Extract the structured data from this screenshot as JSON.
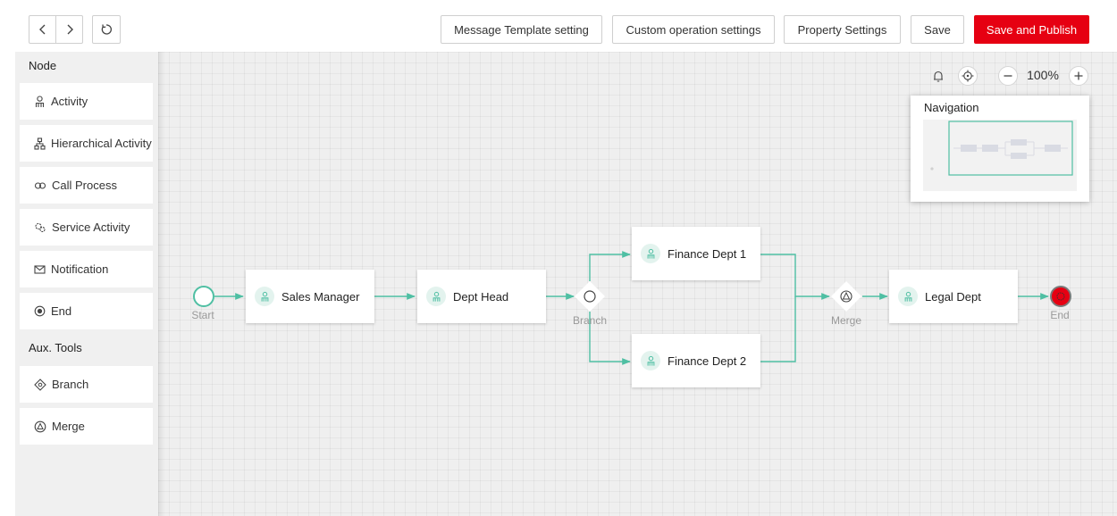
{
  "toolbar": {
    "back_icon": "chevron-left-icon",
    "forward_icon": "chevron-right-icon",
    "refresh_icon": "refresh-icon",
    "message_template_label": "Message Template setting",
    "custom_operation_label": "Custom operation settings",
    "property_settings_label": "Property Settings",
    "save_label": "Save",
    "save_publish_label": "Save and Publish",
    "primary_color": "#e60012"
  },
  "sidebar": {
    "node_title": "Node",
    "node_items": [
      {
        "label": "Activity",
        "icon": "person-icon"
      },
      {
        "label": "Hierarchical Activity",
        "icon": "hierarchy-icon"
      },
      {
        "label": "Call Process",
        "icon": "call-process-icon"
      },
      {
        "label": "Service Activity",
        "icon": "gears-icon"
      },
      {
        "label": "Notification",
        "icon": "envelope-icon"
      },
      {
        "label": "End",
        "icon": "end-icon"
      }
    ],
    "aux_title": "Aux. Tools",
    "aux_items": [
      {
        "label": "Branch",
        "icon": "diamond-icon"
      },
      {
        "label": "Merge",
        "icon": "merge-icon"
      }
    ]
  },
  "canvas": {
    "zoom": "100%",
    "accent_color": "#4fbfa3",
    "end_color": "#e60012",
    "navigation_title": "Navigation",
    "flow": {
      "start_label": "Start",
      "end_label": "End",
      "branch_label": "Branch",
      "merge_label": "Merge",
      "nodes": {
        "sales_manager": "Sales Manager",
        "dept_head": "Dept Head",
        "finance_1": "Finance Dept 1",
        "finance_2": "Finance Dept 2",
        "legal": "Legal Dept"
      }
    }
  }
}
